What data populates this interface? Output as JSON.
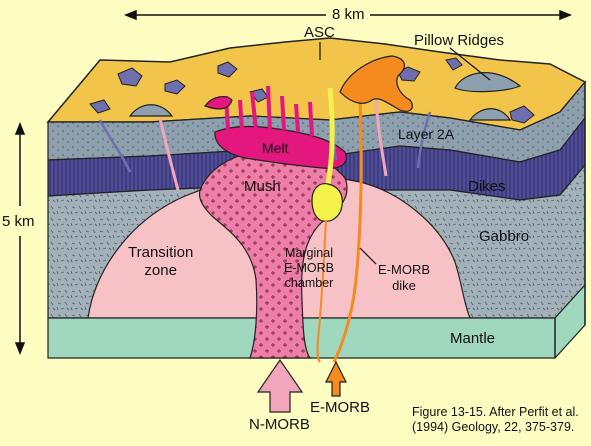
{
  "scale": {
    "horizontal": "8 km",
    "vertical": "5 km"
  },
  "labels": {
    "asc": "ASC",
    "pillow_ridges": "Pillow Ridges",
    "layer_2a": "Layer 2A",
    "melt": "Melt",
    "mush": "Mush",
    "dikes": "Dikes",
    "gabbro": "Gabbro",
    "transition_zone": [
      "Transition",
      "zone"
    ],
    "marginal_chamber": [
      "Marginal",
      "E-MORB",
      "chamber"
    ],
    "emorb_dike": [
      "E-MORB",
      "dike"
    ],
    "mantle": "Mantle",
    "n_morb": "N-MORB",
    "e_morb": "E-MORB"
  },
  "caption": [
    "Figure 13-15. After Perfit et al.",
    "(1994) Geology, 22, 375-379."
  ],
  "colors": {
    "background": "#fefec3",
    "seafloor": "#f2c54a",
    "pillow_patch": "#6f6fb0",
    "layer_2a": "#8e9fae",
    "dikes": "#4f4e97",
    "gabbro": "#a3b1bb",
    "transition": "#f7c2c5",
    "mush": "#ee7ea7",
    "melt": "#e3177e",
    "mantle": "#9fd8be",
    "e_morb": "#f58a1e",
    "e_morb_chamber": "#f2f24a",
    "n_morb_arrow": "#f2a6bb"
  }
}
